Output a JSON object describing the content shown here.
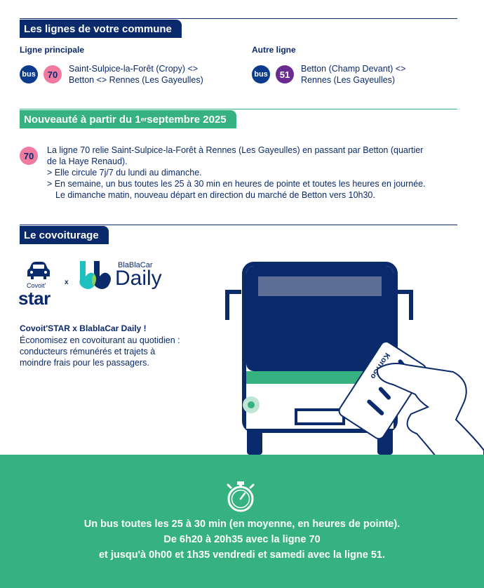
{
  "section1": {
    "title": "Les lignes de votre commune",
    "main_line": {
      "heading": "Ligne principale",
      "bus_label": "bus",
      "number": "70",
      "text_line1": "Saint-Sulpice-la-Forêt (Cropy) <>",
      "text_line2": "Betton <> Rennes (Les Gayeulles)"
    },
    "other_line": {
      "heading": "Autre ligne",
      "bus_label": "bus",
      "number": "51",
      "text_line1": "Betton (Champ Devant) <>",
      "text_line2": "Rennes (Les Gayeulles)"
    }
  },
  "section2": {
    "title_prefix": "Nouveauté à partir du 1",
    "title_sup": "er",
    "title_suffix": " septembre 2025",
    "badge": "70",
    "line1": "La ligne 70 relie Saint-Sulpice-la-Forêt à Rennes (Les Gayeulles) en passant par Betton (quartier",
    "line2": "de la Haye Renaud).",
    "line3": "> Elle circule 7j/7 du lundi au dimanche.",
    "line4": "> En semaine, un bus toutes les 25 à 30 min en heures de pointe et toutes les heures en journée.",
    "line5": "Le dimanche matin, nouveau départ en direction du marché de Betton vers 10h30."
  },
  "section3": {
    "title": "Le covoiturage",
    "logo_covoit": "Covoit'",
    "logo_star": "star",
    "logo_x": "x",
    "logo_bbc_small": "BlaBlaCar",
    "logo_bbc_big": "Daily",
    "card_text": "KorriGo",
    "promo_title": "Covoit'STAR x BlablaCar Daily !",
    "promo_line1": "Économisez en covoiturant au quotidien :",
    "promo_line2": "conducteurs rémunérés et trajets à",
    "promo_line3": "moindre frais pour les passagers."
  },
  "footer": {
    "line1": "Un bus toutes les 25 à 30 min (en moyenne, en heures de pointe).",
    "line2": "De 6h20 à 20h35 avec la ligne 70",
    "line3": "et jusqu'à 0h00 et 1h35 vendredi et samedi avec la ligne 51."
  },
  "colors": {
    "navy": "#0b2a6b",
    "green": "#35b27f",
    "pink": "#f17aa0",
    "purple": "#6a2c91"
  }
}
